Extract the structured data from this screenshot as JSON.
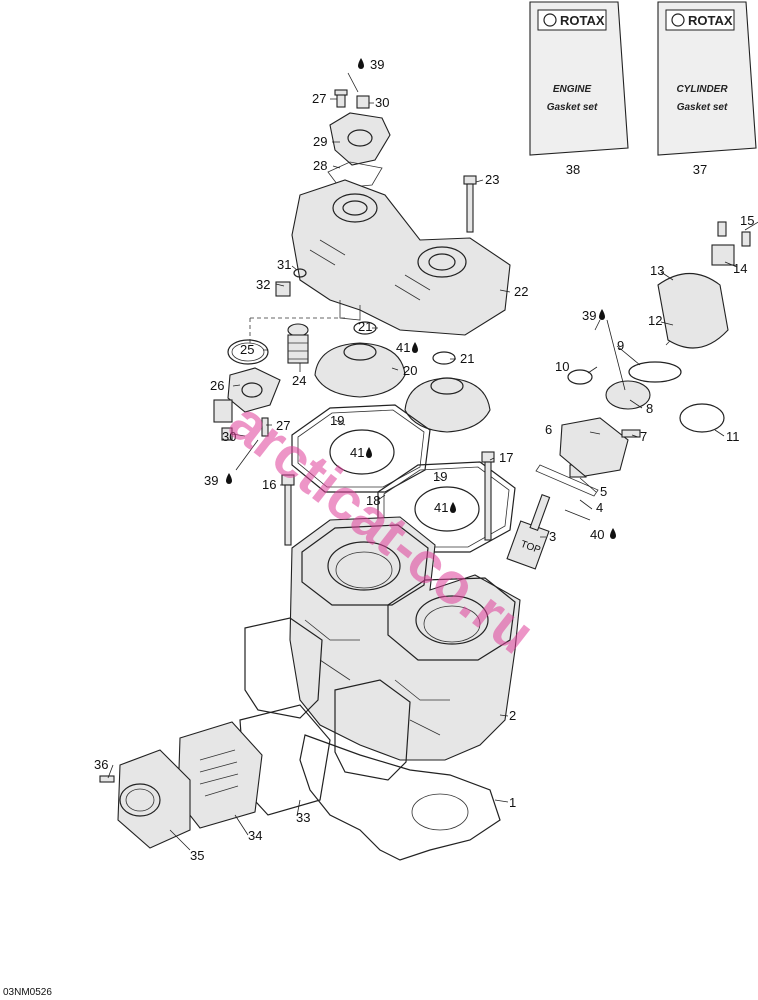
{
  "figure_code": "03NM0526",
  "watermark": "arcticat-co.ru",
  "gasket_kits": [
    {
      "brand": "ROTAX",
      "line1": "ENGINE",
      "line2": "Gasket set",
      "ref": "38"
    },
    {
      "brand": "ROTAX",
      "line1": "CYLINDER",
      "line2": "Gasket set",
      "ref": "37"
    }
  ],
  "top_marking": "TOP",
  "callouts": {
    "c1": "1",
    "c2": "2",
    "c3": "3",
    "c4": "4",
    "c5": "5",
    "c6": "6",
    "c7": "7",
    "c8": "8",
    "c9": "9",
    "c10": "10",
    "c11": "11",
    "c12": "12",
    "c13": "13",
    "c14": "14",
    "c15": "15",
    "c16": "16",
    "c17": "17",
    "c18": "18",
    "c19a": "19",
    "c19b": "19",
    "c20": "20",
    "c21a": "21",
    "c21b": "21",
    "c22": "22",
    "c23": "23",
    "c24": "24",
    "c25": "25",
    "c26": "26",
    "c27a": "27",
    "c27b": "27",
    "c28": "28",
    "c29": "29",
    "c30a": "30",
    "c30b": "30",
    "c31": "31",
    "c32": "32",
    "c33": "33",
    "c34": "34",
    "c35": "35",
    "c36": "36",
    "c39a": "39",
    "c39b": "39",
    "c39c": "39",
    "c40": "40",
    "c41a": "41",
    "c41b": "41",
    "c41c": "41"
  },
  "colors": {
    "line": "#222222",
    "watermark": "#e0409a",
    "kit_fill": "#efefef"
  }
}
